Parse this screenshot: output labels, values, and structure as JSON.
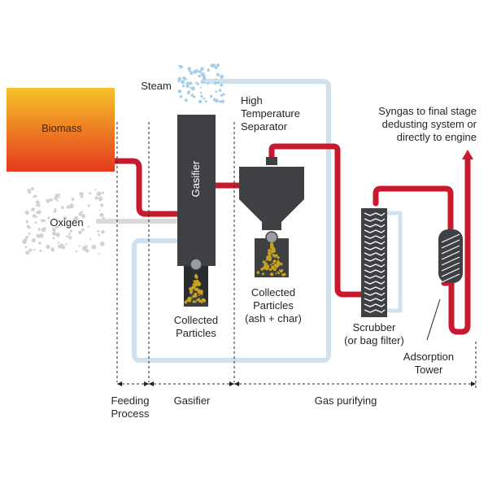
{
  "labels": {
    "biomass": "Biomass",
    "steam": "Steam",
    "oxigen": "Oxigen",
    "gasifier": "Gasifier",
    "high_temp_separator": [
      "High",
      "Temperature",
      "Separator"
    ],
    "syngas": [
      "Syngas to final stage",
      "dedusting system or",
      "directly to engine"
    ],
    "collected_particles_gasifier": [
      "Collected",
      "Particles"
    ],
    "collected_particles_separator": [
      "Collected",
      "Particles",
      "(ash + char)"
    ],
    "scrubber": [
      "Scrubber",
      "(or bag filter)"
    ],
    "adsorption_tower": [
      "Adsorption",
      "Tower"
    ]
  },
  "stages": {
    "feeding": [
      "Feeding",
      "Process"
    ],
    "gasifier": "Gasifier",
    "gas_purifying": "Gas purifying"
  },
  "colors": {
    "biomass_top": "#f6c22a",
    "biomass_bottom": "#e53a1e",
    "red_pipe": "#c8192e",
    "blue_pipe": "#cfe1ee",
    "equipment": "#3e4043",
    "particles": "#c9a31e",
    "stage_line": "#222222"
  }
}
